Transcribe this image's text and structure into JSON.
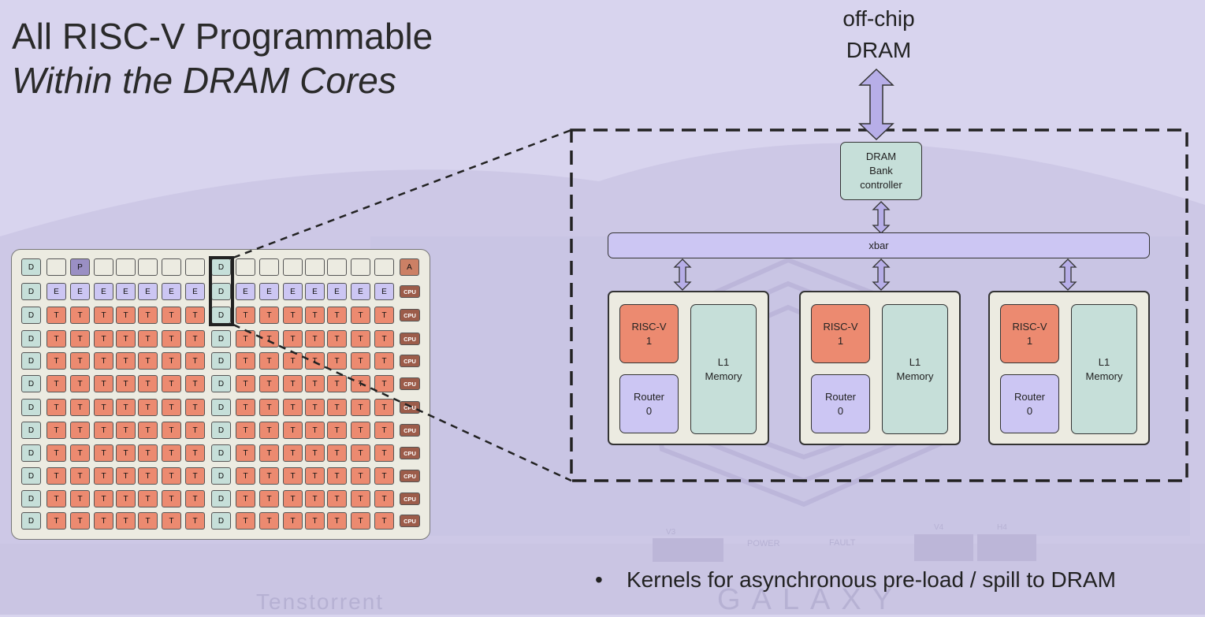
{
  "title": {
    "line1": "All RISC-V Programmable",
    "line2": "Within the DRAM Cores"
  },
  "offchip": {
    "line1": "off-chip",
    "line2": "DRAM"
  },
  "grid": {
    "rows": [
      [
        "D",
        "",
        "P",
        "",
        "",
        "",
        "",
        "",
        "D",
        "",
        "",
        "",
        "",
        "",
        "",
        "",
        "A"
      ],
      [
        "D",
        "E",
        "E",
        "E",
        "E",
        "E",
        "E",
        "E",
        "D",
        "E",
        "E",
        "E",
        "E",
        "E",
        "E",
        "E",
        "CPU"
      ],
      [
        "D",
        "T",
        "T",
        "T",
        "T",
        "T",
        "T",
        "T",
        "D",
        "T",
        "T",
        "T",
        "T",
        "T",
        "T",
        "T",
        "CPU"
      ],
      [
        "D",
        "T",
        "T",
        "T",
        "T",
        "T",
        "T",
        "T",
        "D",
        "T",
        "T",
        "T",
        "T",
        "T",
        "T",
        "T",
        "CPU"
      ],
      [
        "D",
        "T",
        "T",
        "T",
        "T",
        "T",
        "T",
        "T",
        "D",
        "T",
        "T",
        "T",
        "T",
        "T",
        "T",
        "T",
        "CPU"
      ],
      [
        "D",
        "T",
        "T",
        "T",
        "T",
        "T",
        "T",
        "T",
        "D",
        "T",
        "T",
        "T",
        "T",
        "T",
        "T",
        "T",
        "CPU"
      ],
      [
        "D",
        "T",
        "T",
        "T",
        "T",
        "T",
        "T",
        "T",
        "D",
        "T",
        "T",
        "T",
        "T",
        "T",
        "T",
        "T",
        "CPU"
      ],
      [
        "D",
        "T",
        "T",
        "T",
        "T",
        "T",
        "T",
        "T",
        "D",
        "T",
        "T",
        "T",
        "T",
        "T",
        "T",
        "T",
        "CPU"
      ],
      [
        "D",
        "T",
        "T",
        "T",
        "T",
        "T",
        "T",
        "T",
        "D",
        "T",
        "T",
        "T",
        "T",
        "T",
        "T",
        "T",
        "CPU"
      ],
      [
        "D",
        "T",
        "T",
        "T",
        "T",
        "T",
        "T",
        "T",
        "D",
        "T",
        "T",
        "T",
        "T",
        "T",
        "T",
        "T",
        "CPU"
      ],
      [
        "D",
        "T",
        "T",
        "T",
        "T",
        "T",
        "T",
        "T",
        "D",
        "T",
        "T",
        "T",
        "T",
        "T",
        "T",
        "T",
        "CPU"
      ],
      [
        "D",
        "T",
        "T",
        "T",
        "T",
        "T",
        "T",
        "T",
        "D",
        "T",
        "T",
        "T",
        "T",
        "T",
        "T",
        "T",
        "CPU"
      ]
    ]
  },
  "dram_controller": {
    "line1": "DRAM",
    "line2": "Bank",
    "line3": "controller"
  },
  "xbar": {
    "label": "xbar"
  },
  "cores": [
    {
      "risc_line1": "RISC-V",
      "risc_line2": "1",
      "router_line1": "Router",
      "router_line2": "0",
      "l1_line1": "L1",
      "l1_line2": "Memory"
    },
    {
      "risc_line1": "RISC-V",
      "risc_line2": "1",
      "router_line1": "Router",
      "router_line2": "0",
      "l1_line1": "L1",
      "l1_line2": "Memory"
    },
    {
      "risc_line1": "RISC-V",
      "risc_line2": "1",
      "router_line1": "Router",
      "router_line2": "0",
      "l1_line1": "L1",
      "l1_line2": "Memory"
    }
  ],
  "bullet": {
    "symbol": "•",
    "text": "Kernels for asynchronous pre-load / spill to DRAM"
  },
  "background_labels": {
    "brand": "Tenstorrent",
    "product": "GALAXY",
    "power": "POWER",
    "fault": "FAULT",
    "v3": "V3",
    "v4": "V4",
    "h4": "H4"
  },
  "colors": {
    "dram": "#c6dfd9",
    "eth": "#ccc6f3",
    "tensix": "#ec8a70",
    "pcie": "#9a8fc4",
    "arc": "#cc8065",
    "cpu": "#9c5c4a"
  }
}
